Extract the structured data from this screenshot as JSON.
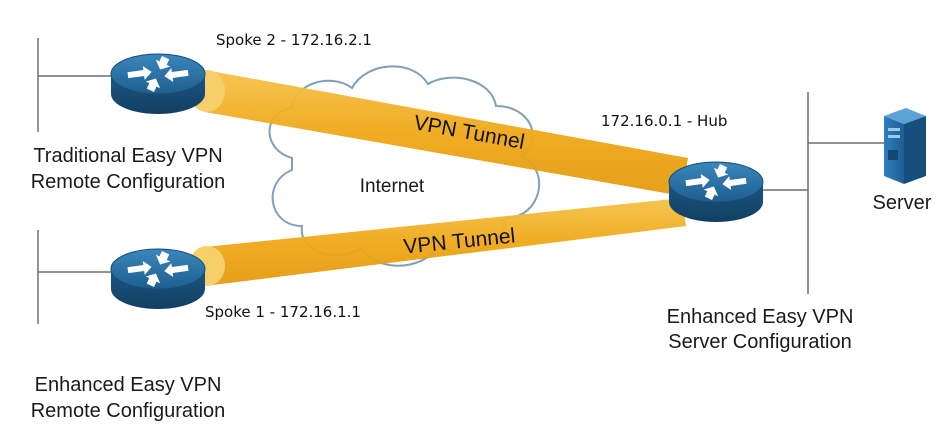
{
  "spoke2_label": "Spoke 2 - 172.16.2.1",
  "hub_label": "172.16.0.1 - Hub",
  "spoke1_label": "Spoke 1 - 172.16.1.1",
  "traditional_remote": {
    "line1": "Traditional Easy VPN",
    "line2": "Remote Configuration"
  },
  "enhanced_remote": {
    "line1": "Enhanced Easy VPN",
    "line2": "Remote Configuration"
  },
  "enhanced_server": {
    "line1": "Enhanced Easy VPN",
    "line2": "Server Configuration"
  },
  "internet_label": "Internet",
  "tunnel_upper_label": "VPN Tunnel",
  "tunnel_lower_label": "VPN Tunnel",
  "server_label": "Server",
  "icons": {
    "router": "router-icon",
    "server": "server-icon",
    "cloud": "internet-cloud-icon"
  },
  "colors": {
    "tunnel": "#F2B01E",
    "router": "#1F5F8B",
    "server": "#2B79B5"
  }
}
